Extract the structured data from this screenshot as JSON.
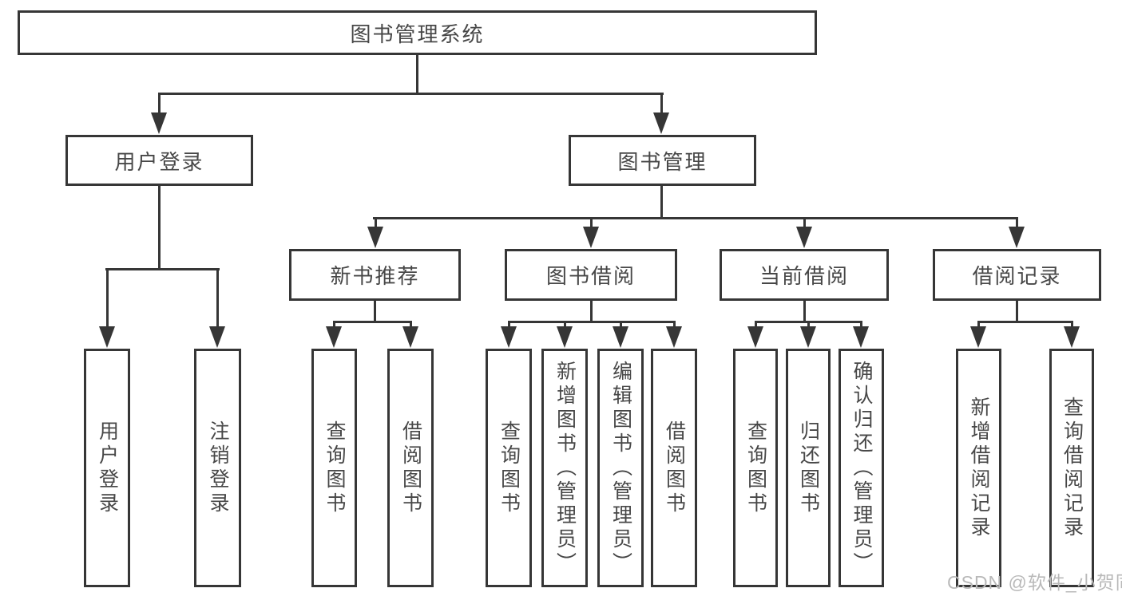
{
  "diagram": {
    "root": {
      "label": "图书管理系统"
    },
    "level2": [
      {
        "label": "用户登录"
      },
      {
        "label": "图书管理"
      }
    ],
    "level3": [
      {
        "label": "新书推荐"
      },
      {
        "label": "图书借阅"
      },
      {
        "label": "当前借阅"
      },
      {
        "label": "借阅记录"
      }
    ],
    "leaves": [
      {
        "label": "用户登录"
      },
      {
        "label": "注销登录"
      },
      {
        "label": "查询图书"
      },
      {
        "label": "借阅图书"
      },
      {
        "label": "查询图书"
      },
      {
        "label": "新增图书（管理员）"
      },
      {
        "label": "编辑图书（管理员）"
      },
      {
        "label": "借阅图书"
      },
      {
        "label": "查询图书"
      },
      {
        "label": "归还图书"
      },
      {
        "label": "确认归还（管理员）"
      },
      {
        "label": "新增借阅记录"
      },
      {
        "label": "查询借阅记录"
      }
    ],
    "watermark": "CSDN @软件_小贺同学",
    "colors": {
      "line": "#363636",
      "text": "#474747",
      "watermark": "#b9b9b9",
      "background": "#ffffff"
    }
  }
}
